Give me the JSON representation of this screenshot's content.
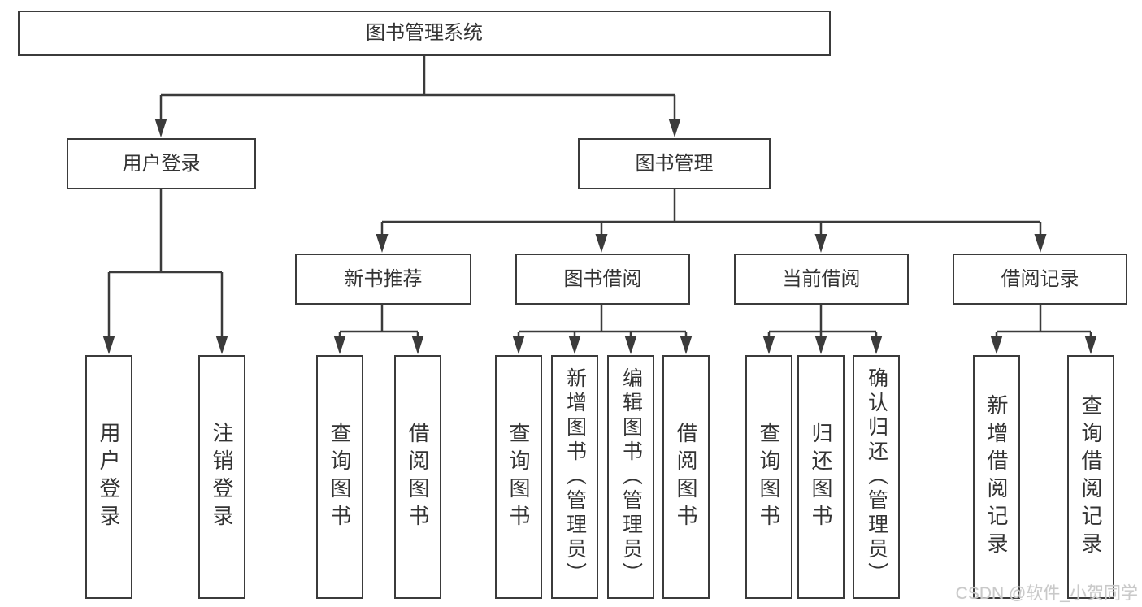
{
  "diagram": {
    "root": "图书管理系统",
    "level2": {
      "user_login": "用户登录",
      "book_mgmt": "图书管理"
    },
    "level3": {
      "new_book": "新书推荐",
      "borrow": "图书借阅",
      "current": "当前借阅",
      "records": "借阅记录"
    },
    "leaves": {
      "user_login": [
        "用户登录",
        "注销登录"
      ],
      "new_book": [
        "查询图书",
        "借阅图书"
      ],
      "borrow": [
        "查询图书",
        "新增图书（管理员）",
        "编辑图书（管理员）",
        "借阅图书"
      ],
      "current": [
        "查询图书",
        "归还图书",
        "确认归还（管理员）"
      ],
      "records": [
        "新增借阅记录",
        "查询借阅记录"
      ]
    }
  },
  "watermark": "CSDN @软件_小贺同学",
  "colors": {
    "line": "#3b3b3b",
    "box_border": "#3b3b3b",
    "text": "#333333",
    "watermark": "#c9c9c9",
    "background": "#ffffff"
  }
}
